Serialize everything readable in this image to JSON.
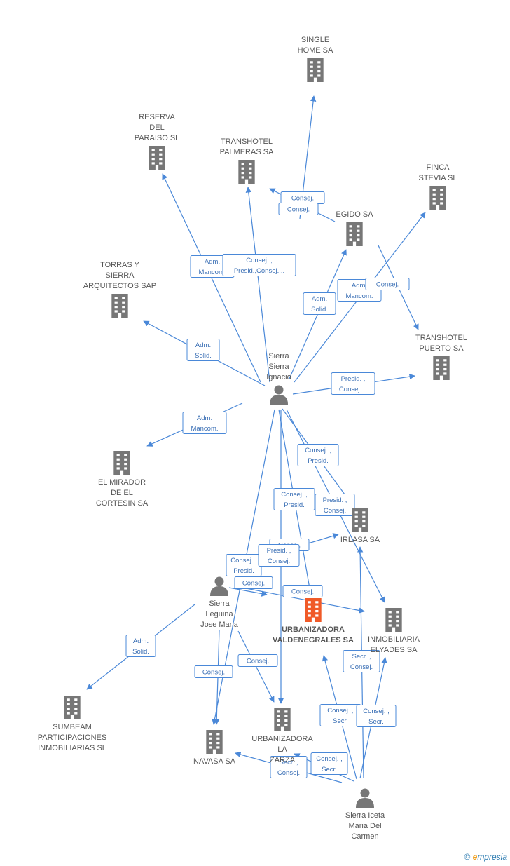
{
  "colors": {
    "edge": "#4a88d8",
    "building": "#777777",
    "building_main": "#f05a28",
    "person": "#777777"
  },
  "nodes": [
    {
      "id": "single",
      "kind": "building",
      "lines": [
        "SINGLE",
        "HOME SA"
      ]
    },
    {
      "id": "reserva",
      "kind": "building",
      "lines": [
        "RESERVA",
        "DEL",
        "PARAISO SL"
      ]
    },
    {
      "id": "palmeras",
      "kind": "building",
      "lines": [
        "TRANSHOTEL",
        "PALMERAS SA"
      ]
    },
    {
      "id": "finca",
      "kind": "building",
      "lines": [
        "FINCA",
        "STEVIA SL"
      ]
    },
    {
      "id": "egido",
      "kind": "building",
      "lines": [
        "EGIDO SA"
      ]
    },
    {
      "id": "torras",
      "kind": "building",
      "lines": [
        "TORRAS Y",
        "SIERRA",
        "ARQUITECTOS SAP"
      ]
    },
    {
      "id": "puerto",
      "kind": "building",
      "lines": [
        "TRANSHOTEL",
        "PUERTO SA"
      ]
    },
    {
      "id": "ignacio",
      "kind": "person",
      "lines": [
        "Sierra",
        "Sierra",
        "Ignacio"
      ]
    },
    {
      "id": "mirador",
      "kind": "building",
      "lines": [
        "EL MIRADOR",
        "DE EL",
        "CORTESIN SA"
      ]
    },
    {
      "id": "irlasa",
      "kind": "building",
      "lines": [
        "IRLASA SA"
      ]
    },
    {
      "id": "josemaria",
      "kind": "person",
      "lines": [
        "Sierra",
        "Leguina",
        "Jose Maria"
      ]
    },
    {
      "id": "valdenegrales",
      "kind": "building_main",
      "lines": [
        "URBANIZADORA",
        "VALDENEGRALES SA"
      ]
    },
    {
      "id": "inmobiliaria",
      "kind": "building",
      "lines": [
        "INMOBILIARIA",
        "ELYADES SA"
      ]
    },
    {
      "id": "sumbeam",
      "kind": "building",
      "lines": [
        "SUMBEAM",
        "PARTICIPACIONES",
        "INMOBILIARIAS SL"
      ]
    },
    {
      "id": "navasa",
      "kind": "building",
      "lines": [
        "NAVASA SA"
      ]
    },
    {
      "id": "zarza",
      "kind": "building",
      "lines": [
        "URBANIZADORA",
        "LA",
        "ZARZA"
      ]
    },
    {
      "id": "mariadelcarmen",
      "kind": "person",
      "lines": [
        "Sierra Iceta",
        "Maria Del",
        "Carmen"
      ]
    }
  ],
  "edge_labels": [
    {
      "from": "egido",
      "to": "palmeras",
      "lines": [
        "Consej."
      ]
    },
    {
      "from": "egido",
      "to": "single",
      "lines": [
        "Consej."
      ]
    },
    {
      "from": "ignacio",
      "to": "reserva",
      "lines": [
        "Adm.",
        "Mancom."
      ]
    },
    {
      "from": "ignacio",
      "to": "palmeras",
      "lines": [
        "Consej. ,",
        "Presid.,Consej...."
      ]
    },
    {
      "from": "ignacio",
      "to": "egido",
      "lines": [
        "Adm.",
        "Solid."
      ]
    },
    {
      "from": "ignacio",
      "to": "finca",
      "lines": [
        "Adm.",
        "Mancom."
      ]
    },
    {
      "from": "egido",
      "to": "puerto",
      "lines": [
        "Consej."
      ]
    },
    {
      "from": "ignacio",
      "to": "torras",
      "lines": [
        "Adm.",
        "Solid."
      ]
    },
    {
      "from": "ignacio",
      "to": "puerto",
      "lines": [
        "Presid. ,",
        "Consej...."
      ]
    },
    {
      "from": "ignacio",
      "to": "mirador",
      "lines": [
        "Adm.",
        "Mancom."
      ]
    },
    {
      "from": "ignacio",
      "to": "irlasa",
      "lines": [
        "Consej. ,",
        "Presid."
      ]
    },
    {
      "from": "ignacio",
      "to": "valdenegrales",
      "lines": [
        "Consej. ,",
        "Presid."
      ]
    },
    {
      "from": "ignacio",
      "to": "inmobiliaria",
      "lines": [
        "Presid. ,",
        "Consej."
      ]
    },
    {
      "from": "josemaria",
      "to": "irlasa",
      "lines": [
        "Consej."
      ]
    },
    {
      "from": "ignacio",
      "to": "navasa",
      "lines": [
        "Consej. ,",
        "Presid."
      ]
    },
    {
      "from": "ignacio",
      "to": "zarza",
      "lines": [
        "Presid. ,",
        "Consej."
      ]
    },
    {
      "from": "josemaria",
      "to": "valdenegrales",
      "lines": [
        "Consej."
      ]
    },
    {
      "from": "josemaria",
      "to": "inmobiliaria",
      "lines": [
        "Consej."
      ]
    },
    {
      "from": "josemaria",
      "to": "sumbeam",
      "lines": [
        "Adm.",
        "Solid."
      ]
    },
    {
      "from": "josemaria",
      "to": "zarza",
      "lines": [
        "Consej."
      ]
    },
    {
      "from": "josemaria",
      "to": "navasa",
      "lines": [
        "Consej."
      ]
    },
    {
      "from": "mariadelcarmen",
      "to": "inmobiliaria",
      "lines": [
        "Secr. ,",
        "Consej."
      ]
    },
    {
      "from": "mariadelcarmen",
      "to": "valdenegrales",
      "lines": [
        "Consej. ,",
        "Secr."
      ]
    },
    {
      "from": "mariadelcarmen",
      "to": "irlasa",
      "lines": [
        "Consej. ,",
        "Secr."
      ]
    },
    {
      "from": "mariadelcarmen",
      "to": "navasa",
      "lines": [
        "Secr. ,",
        "Consej."
      ]
    },
    {
      "from": "mariadelcarmen",
      "to": "zarza",
      "lines": [
        "Consej. ,",
        "Secr."
      ]
    }
  ],
  "footer": {
    "copyright": "©",
    "brand_initial": "e",
    "brand_rest": "mpresia"
  }
}
